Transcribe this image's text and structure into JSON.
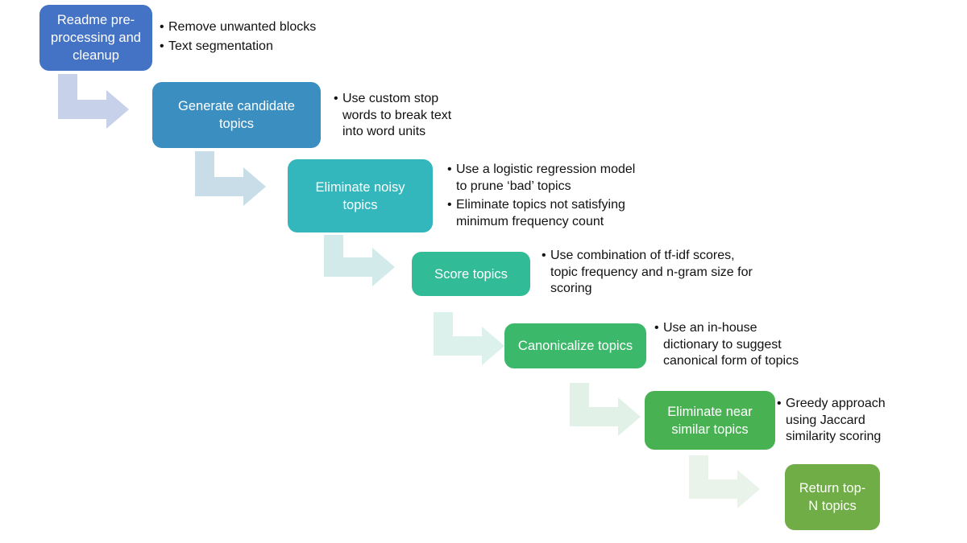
{
  "steps": [
    {
      "label": "Readme pre-\nprocessing and\ncleanup",
      "color": "#4472c4",
      "bullets": [
        "Remove unwanted blocks",
        "Text segmentation"
      ]
    },
    {
      "label": "Generate candidate\ntopics",
      "color": "#3a8fc0",
      "bullets": [
        "Use custom stop\nwords to break text\ninto word units"
      ]
    },
    {
      "label": "Eliminate noisy\ntopics",
      "color": "#33b7bc",
      "bullets": [
        "Use a logistic regression model\nto prune ‘bad’ topics",
        "Eliminate topics not satisfying\nminimum frequency count"
      ]
    },
    {
      "label": "Score topics",
      "color": "#32bb97",
      "bullets": [
        "Use combination of tf-idf scores,\ntopic frequency and n-gram size for\nscoring"
      ]
    },
    {
      "label": "Canonicalize topics",
      "color": "#3cb86a",
      "bullets": [
        "Use an in-house\ndictionary to suggest\ncanonical form of topics"
      ]
    },
    {
      "label": "Eliminate near\nsimilar topics",
      "color": "#48b253",
      "bullets": [
        "Greedy approach\nusing Jaccard\nsimilarity scoring"
      ]
    },
    {
      "label": "Return top-\nN topics",
      "color": "#70ad47",
      "bullets": []
    }
  ],
  "arrow_colors": [
    "#c7d1ea",
    "#c9dde9",
    "#d2ebea",
    "#dcf1ec",
    "#e2f1e7",
    "#e9f3ea"
  ]
}
